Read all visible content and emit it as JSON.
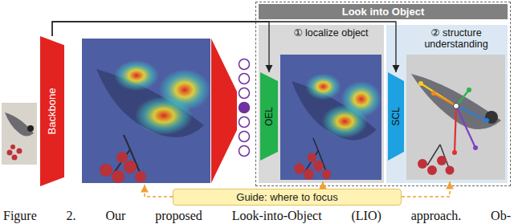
{
  "diagram": {
    "caption": "Figure 2. Our proposed Look-into-Object (LIO) approach. Ob-",
    "nodes": [
      {
        "text": [
          "Backbone"
        ]
      },
      {
        "text": [
          "Look into Object"
        ]
      },
      {
        "text": [
          "① localize object"
        ],
        "in": 1
      },
      {
        "text": [
          "OEL"
        ],
        "in": 2
      },
      {
        "text": [
          "② structure understanding"
        ],
        "in": 1
      },
      {
        "text": [
          "SCL"
        ],
        "in": 4
      },
      {
        "text": [
          "Guide: where to focus"
        ]
      }
    ],
    "edges": [
      {
        "from": 0,
        "to": 3,
        "arrow": "to"
      },
      {
        "from": 0,
        "to": 5,
        "arrow": "to"
      }
    ]
  }
}
